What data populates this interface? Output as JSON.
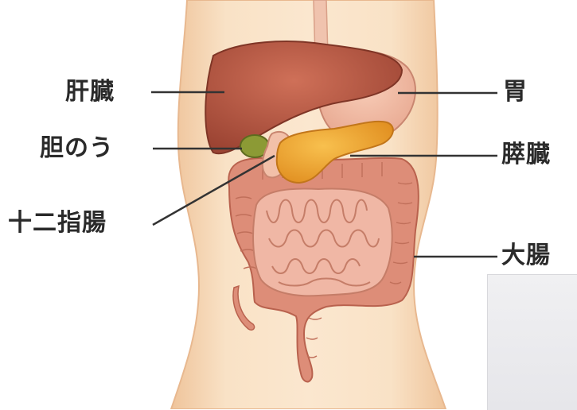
{
  "labels": {
    "liver": "肝臓",
    "gallbladder": "胆のう",
    "duodenum": "十二指腸",
    "stomach": "胃",
    "pancreas": "膵臓",
    "large_intestine": "大腸"
  },
  "colors": {
    "skin": "#f7d9b4",
    "liver": "#b3533f",
    "stomach": "#f0b9a3",
    "gallbladder": "#8c9a35",
    "pancreas": "#f0a431",
    "intestine": "#dd8d78",
    "leader_line": "#333333"
  }
}
